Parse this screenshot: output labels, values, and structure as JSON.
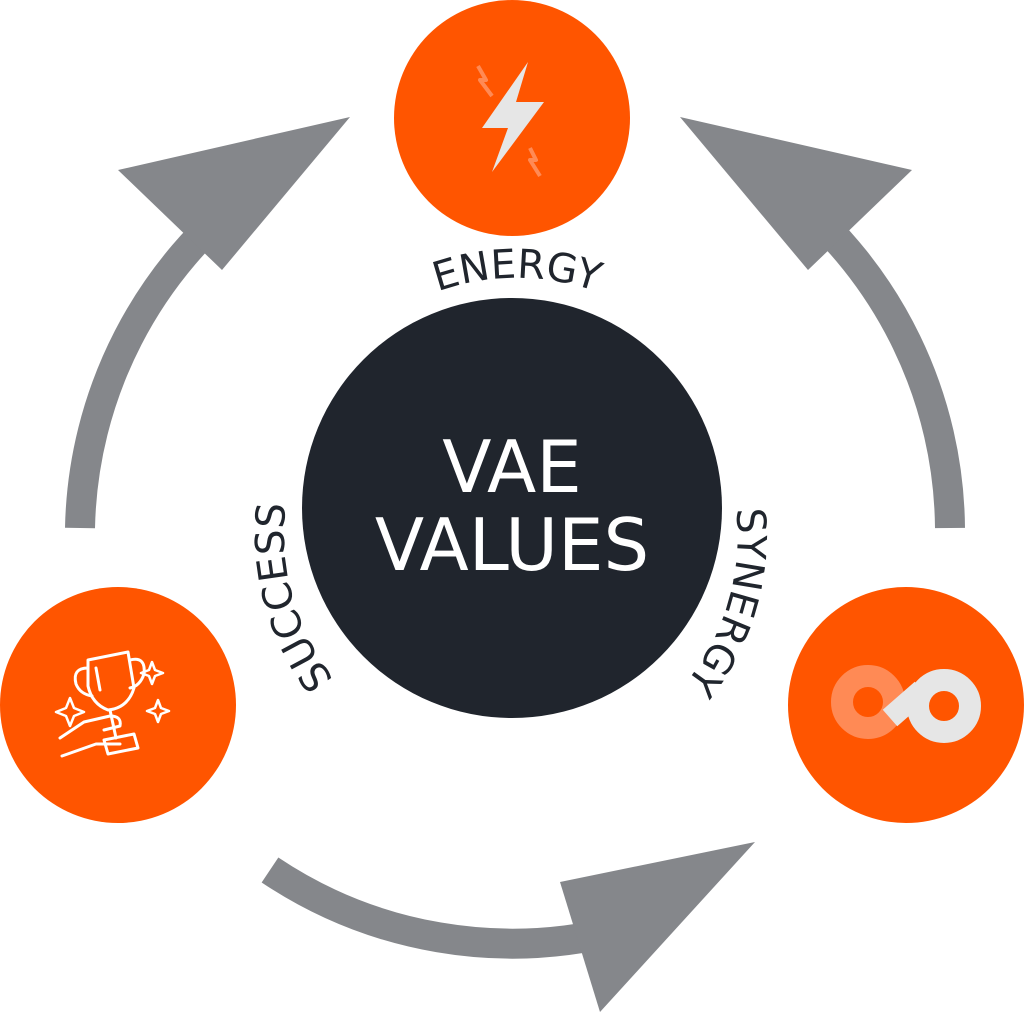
{
  "center": {
    "line1": "VAE",
    "line2": "VALUES"
  },
  "values": [
    {
      "label": "ENERGY",
      "icon": "lightning-bolt-icon"
    },
    {
      "label": "SYNERGY",
      "icon": "infinity-loop-icon"
    },
    {
      "label": "SUCCESS",
      "icon": "trophy-icon"
    }
  ],
  "colors": {
    "accent": "#FF5500",
    "center": "#20252D",
    "arrow": "#85878B",
    "icon_light": "#E6E6E6",
    "icon_soft": "#FF8A55"
  }
}
